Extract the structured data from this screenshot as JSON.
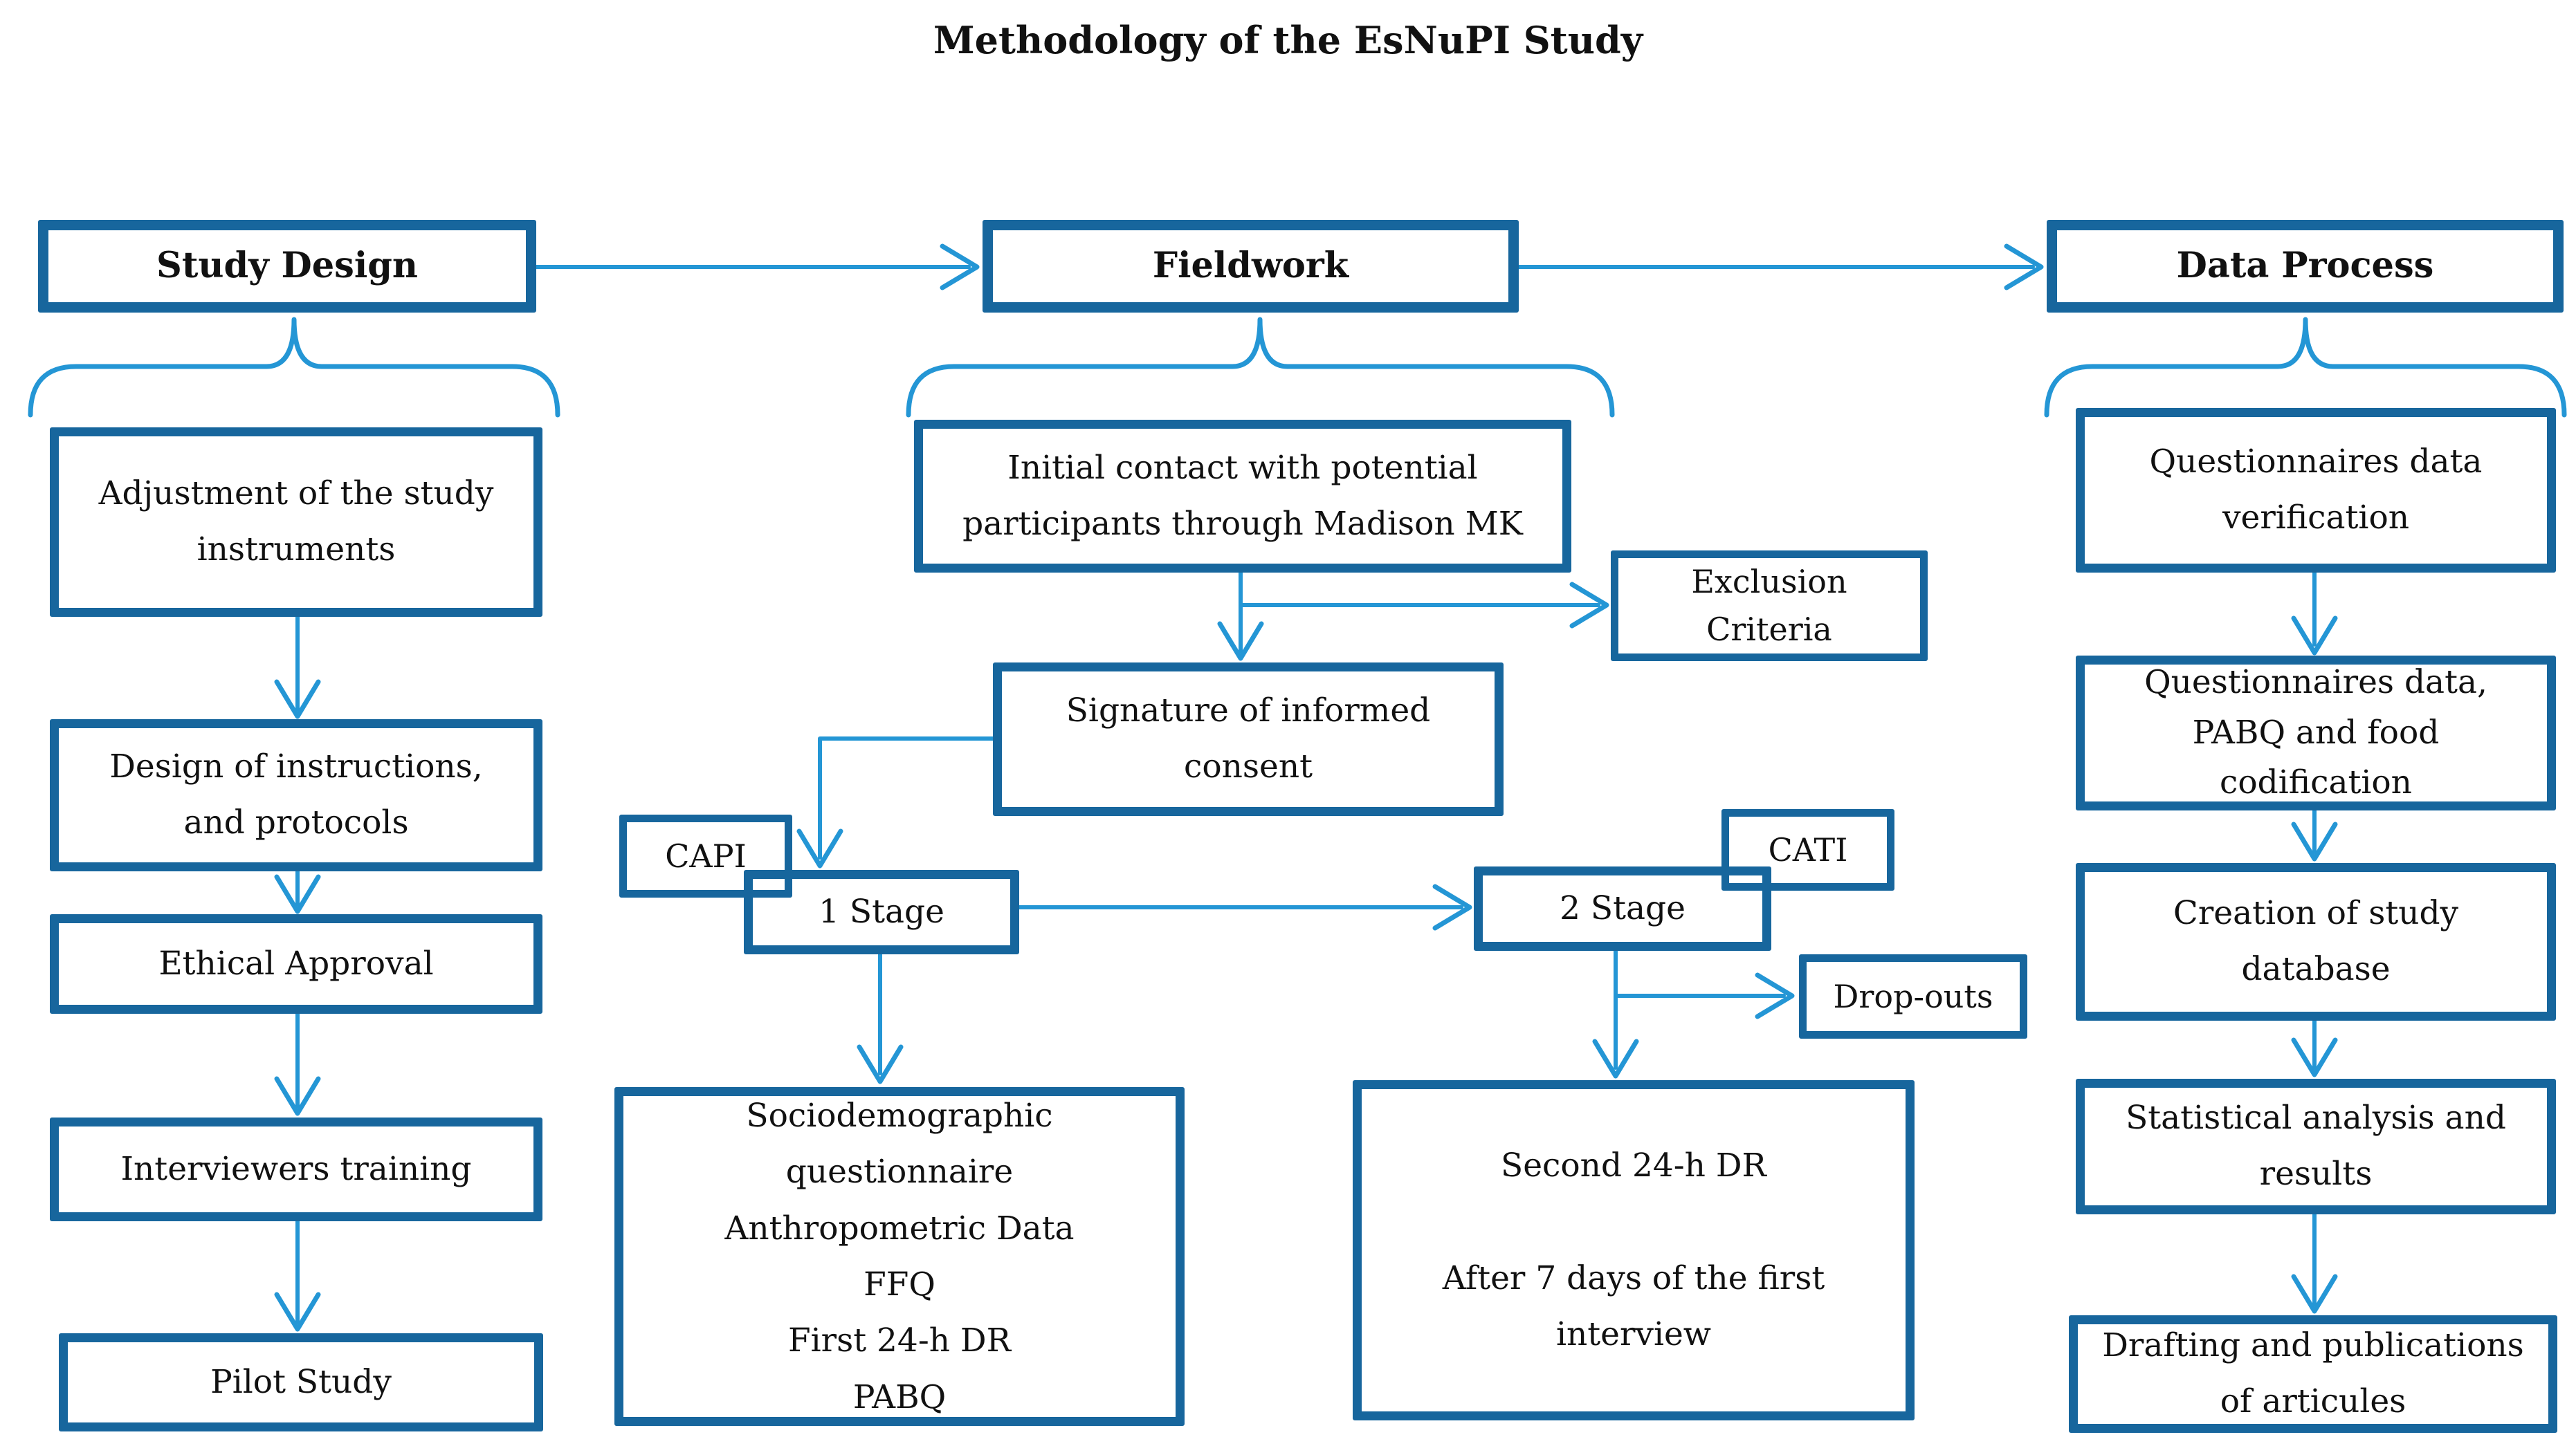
{
  "title": "Methodology of the EsNuPI Study",
  "colors": {
    "box_border": "#17669D",
    "arrow": "#2496D5",
    "text": "#111111",
    "background": "#FFFFFF"
  },
  "columns": {
    "study_design": {
      "header": "Study Design",
      "steps": [
        "Adjustment of the study\ninstruments",
        "Design of instructions,\nand protocols",
        "Ethical Approval",
        "Interviewers training",
        "Pilot Study"
      ]
    },
    "fieldwork": {
      "header": "Fieldwork",
      "initial_contact": "Initial contact with potential\nparticipants through Madison MK",
      "exclusion_criteria": "Exclusion\nCriteria",
      "informed_consent": "Signature of informed\nconsent",
      "capi": "CAPI",
      "cati": "CATI",
      "stage1": "1 Stage",
      "stage2": "2 Stage",
      "dropouts": "Drop-outs",
      "stage1_details": "Sociodemographic\nquestionnaire\nAnthropometric Data\nFFQ\nFirst 24-h DR\nPABQ",
      "stage2_details": "Second 24-h DR\n\nAfter 7 days of the first\ninterview"
    },
    "data_process": {
      "header": "Data Process",
      "steps": [
        "Questionnaires data\nverification",
        "Questionnaires data,\nPABQ and food\ncodification",
        "Creation of study\ndatabase",
        "Statistical analysis and\nresults",
        "Drafting and publications\nof articules"
      ]
    }
  }
}
